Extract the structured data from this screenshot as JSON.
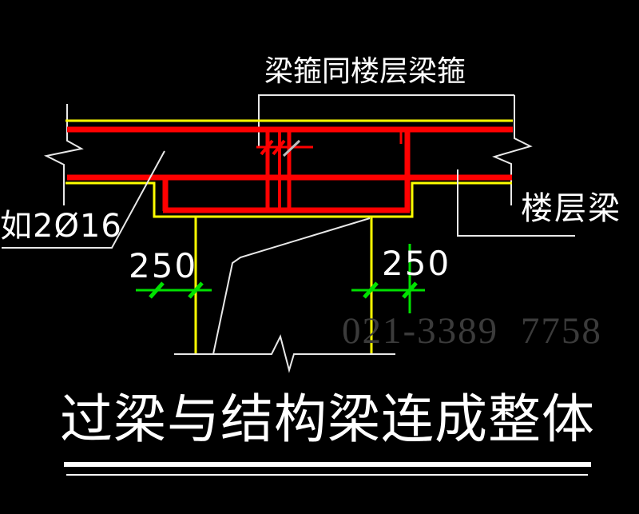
{
  "colors": {
    "background": "#000000",
    "rebar_red": "#ff0000",
    "concrete_yellow": "#ffff00",
    "dimension_green": "#00e000",
    "line_white": "#e8e8e8",
    "text_white": "#ffffff",
    "watermark_gray": "#3b3b3b"
  },
  "annotations": {
    "stirrup_note": "梁箍同楼层梁箍",
    "rebar_note": "如2Ø16",
    "floor_beam_label": "楼层梁",
    "left_bearing_dim": "250",
    "right_bearing_dim": "250"
  },
  "watermark": {
    "phone": "021-3389 7758"
  },
  "title": {
    "text": "过梁与结构梁连成整体"
  }
}
